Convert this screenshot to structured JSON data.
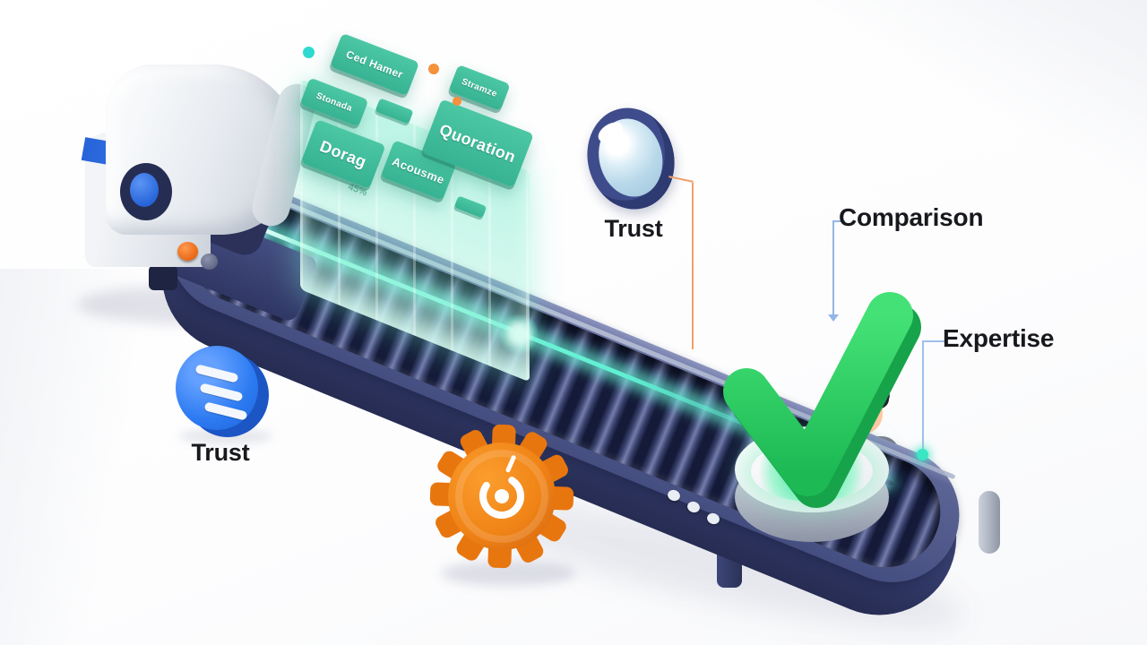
{
  "illustration": {
    "callouts": {
      "lens_label": "Trust",
      "comparison_label": "Comparison",
      "expertise_label": "Expertise",
      "coin_label": "Trust"
    },
    "hologram": {
      "cards": [
        {
          "text": "Ced Hamer"
        },
        {
          "text": "Stonada"
        },
        {
          "text": "Stramze"
        },
        {
          "text": "Dorag"
        },
        {
          "text": "Acousme"
        },
        {
          "text": "Quoration"
        }
      ],
      "watermark": "45%"
    },
    "colors": {
      "check_green": "#2fd362",
      "hologram_teal": "#45c2a0",
      "laser_teal": "#5fefd2",
      "conveyor_navy": "#3a4274",
      "gear_orange": "#f5831f",
      "coin_blue": "#2e7cf0",
      "connector_orange": "#f0a06a",
      "connector_blue": "#93b6e6",
      "label_text": "#17191d"
    }
  }
}
